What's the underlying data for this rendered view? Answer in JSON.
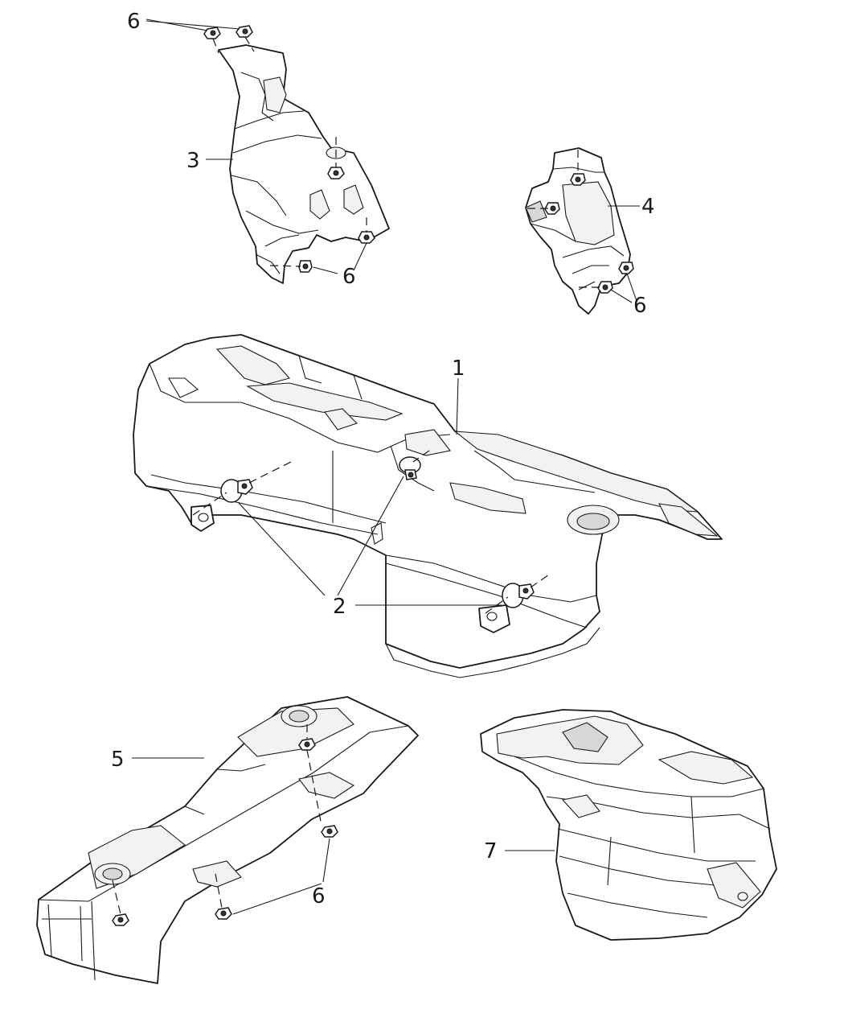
{
  "callouts": {
    "c1": "1",
    "c2": "2",
    "c3": "3",
    "c4": "4",
    "c5": "5",
    "c6_top": "6",
    "c6_part3": "6",
    "c6_part4": "6",
    "c6_part5": "6",
    "c7": "7"
  }
}
